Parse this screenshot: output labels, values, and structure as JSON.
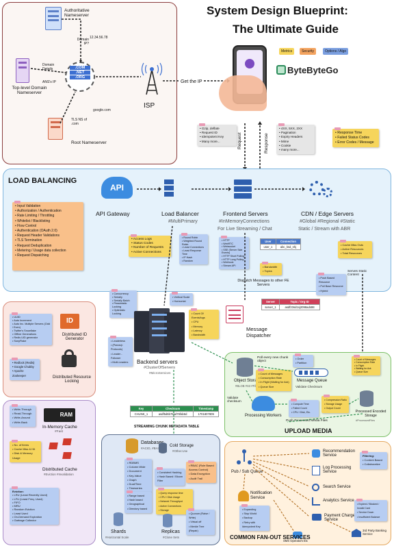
{
  "header": {
    "title_line1": "System Design Blueprint:",
    "title_line2": "The Ultimate Guide",
    "brand": "ByteByteGo",
    "legend": [
      "Metrics",
      "Security",
      "Options / Algo"
    ],
    "colors": {
      "metrics": "#f6d55c",
      "security": "#f4a460",
      "options": "#7b9fe0"
    }
  },
  "dns": {
    "authoritative": "Authoritative Nameserver",
    "tld": "Top-level Domain Nameserver",
    "root": "Root Nameserver",
    "ip": "12.34.56.78",
    "domain_ip_q": "Domain IP?",
    "domain_details": "Domain Details",
    "ans_ip": "ANS's IP",
    "tld_ns": "TLS NS of .com",
    "google": "google.com",
    "center_tags": [
      ".COM",
      ".NET",
      ".ORG"
    ],
    "isp": "ISP",
    "get_ip": "Get the IP"
  },
  "client": {
    "request": "Request",
    "response": "Response",
    "request_note": [
      "Gzip, deflate",
      "Request ID",
      "Idempotent Key",
      "Many more..."
    ],
    "response_note": [
      "4XX, 5XX, 2XX",
      "Pagination",
      "Expiry Headers",
      "Mime",
      "Cookie",
      "many more..."
    ],
    "metrics_note": [
      "Response Time",
      "Failed Status Codes",
      "Error Codes / Message"
    ]
  },
  "lb": {
    "title": "LOAD BALANCING",
    "security_note": [
      "Input Validation",
      "Authorization / Authentication",
      "Rate Limiting / Throttling",
      "Whitelist / Blacklisting",
      "Flow Control",
      "Authentication (OAuth 2.0)",
      "Request Header Validations",
      "TLS Termination",
      "Request Deduplication",
      "Metering / Usage data collection",
      "Request Dispatching"
    ],
    "api_gateway": "API Gateway",
    "api_icon": "API",
    "load_balancer": "Load Balancer",
    "lb_tag": "#MultiPrimary",
    "lb_metrics": [
      "Access Logs",
      "Status Codes",
      "Number of Requests",
      "Active Connections"
    ],
    "lb_algo": [
      "Round Robin",
      "Weighted Round Robin",
      "Least Connections",
      "Least Response Time",
      "IP Hash",
      "Random"
    ],
    "frontend": "Frontend Servers",
    "frontend_tag": "#InMemoryConnections",
    "frontend_sub": "For Live Streaming / Chat",
    "fe_options": [
      "HTTP",
      "WebRTC",
      "Websocket",
      "SSE (Server Side Events)",
      "HTTP Short Polling",
      "HTTP Long Polling",
      "Webhook",
      "Stream API"
    ],
    "conn_table": {
      "headers": [
        "User",
        "Connection"
      ],
      "rows": [
        [
          "user_1",
          "abc_ksd_shj"
        ]
      ]
    },
    "fe_metrics": [
      "Bandwidth",
      "Topics"
    ],
    "cdn": "CDN / Edge Servers",
    "cdn_tag": "#Global #Regional #Static",
    "cdn_sub": "Static / Stream with ABR",
    "cdn_metrics": [
      "Cache Miss Outs",
      "Active Resources",
      "Total Resources"
    ],
    "cdn_algo": [
      "Push Based Resource",
      "Pull Base Resource",
      "Hybrid"
    ],
    "serves_static": "Serves Static Content",
    "dispatch": "Dispatch Messages to other FE Servers",
    "server_table": {
      "headers": [
        "Server",
        "Topic / Org ID"
      ],
      "rows": [
        [
          "server_1",
          "asdf23sd1sj2098ads98"
        ]
      ]
    }
  },
  "backend": {
    "label": "Backend servers",
    "tag": "#ClusterOfServers",
    "tag2": "#MicroServices",
    "options": [
      "Concurrency",
      "Serially",
      "Serially Batch",
      "Pessimistic Locking",
      "Optimistic Locking"
    ],
    "scaling": [
      "Vertical Scale",
      "Horizontal"
    ],
    "metrics": [
      "Count Of Events/logs",
      "CPU",
      "Memory",
      "Latency",
      "Bandwidth"
    ],
    "leader": [
      "Leaderless",
      "(Paxos/p Protocols)",
      "Leader - Follower",
      "Multi-Leaders"
    ],
    "message_dispatcher": "Message Dispatcher"
  },
  "left_services": {
    "id_note": [
      "UUID",
      "Auto Increment",
      "Auto Inc. Multiple Servers (Odd / Even)",
      "Twitter's Snowflake",
      "Offline Generations",
      "Redis UID generator",
      "SonyFlake"
    ],
    "dist_id": "Distributed ID Generator",
    "lock_note": [
      "Redlock (Redis)",
      "Google Chubby",
      "Apache Zookeeper"
    ],
    "dist_lock": "Distributed Resource Locking",
    "cache_write": [
      "Write-Through",
      "Read-Through",
      "Write-Around",
      "Write-Back"
    ],
    "in_memory": "In-Memory Cache",
    "ram": "RAM",
    "in_memory_tag": "#Fast",
    "cache_metrics": [
      "No. of Items",
      "Cache Miss & Hit",
      "Disk & Memory Usage"
    ],
    "dist_cache": "Distributed Cache",
    "dist_cache_tag": "#Eviction #Invalidation",
    "eviction": [
      "Eviction:",
      "LRU (Least Recently Used)",
      "LFU (Least Freq. Used)",
      "FIFO",
      "MRU",
      "Random Eviction",
      "Least Used",
      "On-Demand Expiration",
      "Garbage Collector"
    ]
  },
  "databases": {
    "label": "Databases",
    "tag": "#ACID, #BASE",
    "types": [
      "RDBMS",
      "Column Wide",
      "Document",
      "Key-Value",
      "Graph",
      "Dual/Time",
      "Timeseries"
    ],
    "cold": "Cold Storage",
    "cold_tag": "#Other.Use",
    "cold_opts": [
      "Consistent Hashing",
      "Hash Based / Bloom Filter"
    ],
    "security": [
      "RBAC (Role Based Access Control)",
      "Data Encryption",
      "Audit Trail"
    ],
    "sharding": [
      "Range based",
      "Hash based",
      "Geographical",
      "Directory based"
    ],
    "metrics": [
      "Query response time",
      "CPU / Disk Usage",
      "Network Throughput",
      "Active Connections",
      "Storage"
    ],
    "replica_opts": [
      "Quorum (Raise / Write)",
      "Virtual off",
      "Merkle Tree (Repair)"
    ],
    "shards": "Shards",
    "shards_tag": "#Horizontal Scale",
    "replicas": "Replicas",
    "replicas_tag": "#Clone Sets"
  },
  "stream": {
    "table_title": "STREAMING CHUNK METADATA TABLE",
    "headers": [
      "Key",
      "Checksum",
      "Timestamp"
    ],
    "rows": [
      [
        "CHUNK_1",
        "asdf5d6b76ad76fab6d",
        "1701807809"
      ]
    ]
  },
  "upload": {
    "title": "UPLOAD MEDIA",
    "object_storage": "Object Storage",
    "object_tag": "#BLOB #S3 #Files",
    "poll": "Poll every new chunk object",
    "mq_metrics": [
      "Count of Messages",
      "Consumption Rate",
      "In Flight (Waiting for Ack)",
      "Queue Size"
    ],
    "mq_opts": [
      "At Least Once",
      "At Most Once",
      "Exactly Once"
    ],
    "mq_algo": [
      "Order",
      "Partition"
    ],
    "message_queue": "Message Queue",
    "validate": "Validate Checksum",
    "validate2": "Validate checksum",
    "workers": "Processing Workers",
    "worker_algo": [
      "Compute Time",
      "Failed Count",
      "CPU / Disk, Etc."
    ],
    "compress": [
      "Compression Ratio",
      "Storage Usage",
      "Output Count"
    ],
    "storage_metrics": [
      "Count of Messages",
      "Consumption Rate",
      "In Flight",
      "Waiting for Ack",
      "Queue Size"
    ],
    "processed": "Processed Encoded Storage",
    "processed_tag": "#ProcessedFiles",
    "push": "Push Processed Media Files"
  },
  "fanout": {
    "title": "COMMON FAN-OUT SERVICES",
    "pubsub": "Pub / Sub Queue",
    "recommendation": "Recommendation Service",
    "filtering": [
      "Filtering:",
      "Content Based",
      "Collaborative"
    ],
    "log": "Log Processing Service",
    "search": "Search Service",
    "analytics": "Analytics Service",
    "notification": "Notification Service",
    "notif_opts": [
      "Expanding",
      "Stop World",
      "Backup",
      "Retry with Idempotent Key"
    ],
    "payment": "Payment Charge Service",
    "payment_opts": [
      "Expired / Blocked / Invalid Card",
      "Service Down",
      "Insufficient Balance"
    ],
    "third_party": "3rd Party Banking Service",
    "sms": "SMS Operators Etc"
  }
}
